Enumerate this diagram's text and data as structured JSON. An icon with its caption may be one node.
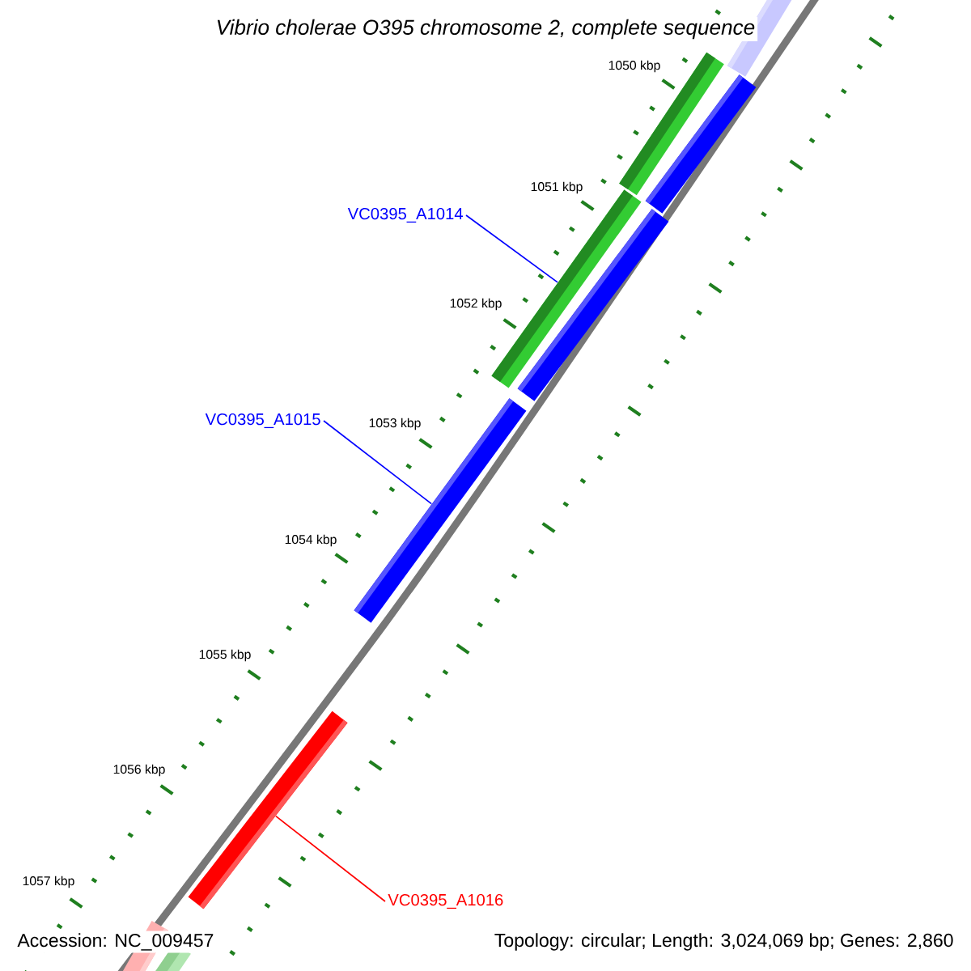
{
  "diagram": {
    "title": "Vibrio cholerae O395 chromosome 2, complete sequence",
    "nodes": [
      {
        "text": [
          "VC0395_A1014"
        ]
      },
      {
        "text": [],
        "shape": "bar"
      },
      {
        "text": [
          "VC0395_A1015"
        ]
      },
      {
        "text": [],
        "shape": "bar"
      },
      {
        "text": [
          "VC0395_A1016"
        ]
      },
      {
        "text": [],
        "shape": "bar"
      }
    ],
    "edges": [
      {
        "from": 0,
        "to": 1,
        "arrow": "none"
      },
      {
        "from": 2,
        "to": 3,
        "arrow": "none"
      },
      {
        "from": 4,
        "to": 5,
        "arrow": "none",
        "color": "#ff0000"
      }
    ],
    "labels": [
      "1050 kbp",
      "1051 kbp",
      "1052 kbp",
      "1053 kbp",
      "1054 kbp",
      "1055 kbp",
      "1056 kbp",
      "1057 kbp",
      "Accession: NC_009457",
      "Topology: circular; Length: 3,024,069 bp; Genes: 2,860"
    ]
  }
}
